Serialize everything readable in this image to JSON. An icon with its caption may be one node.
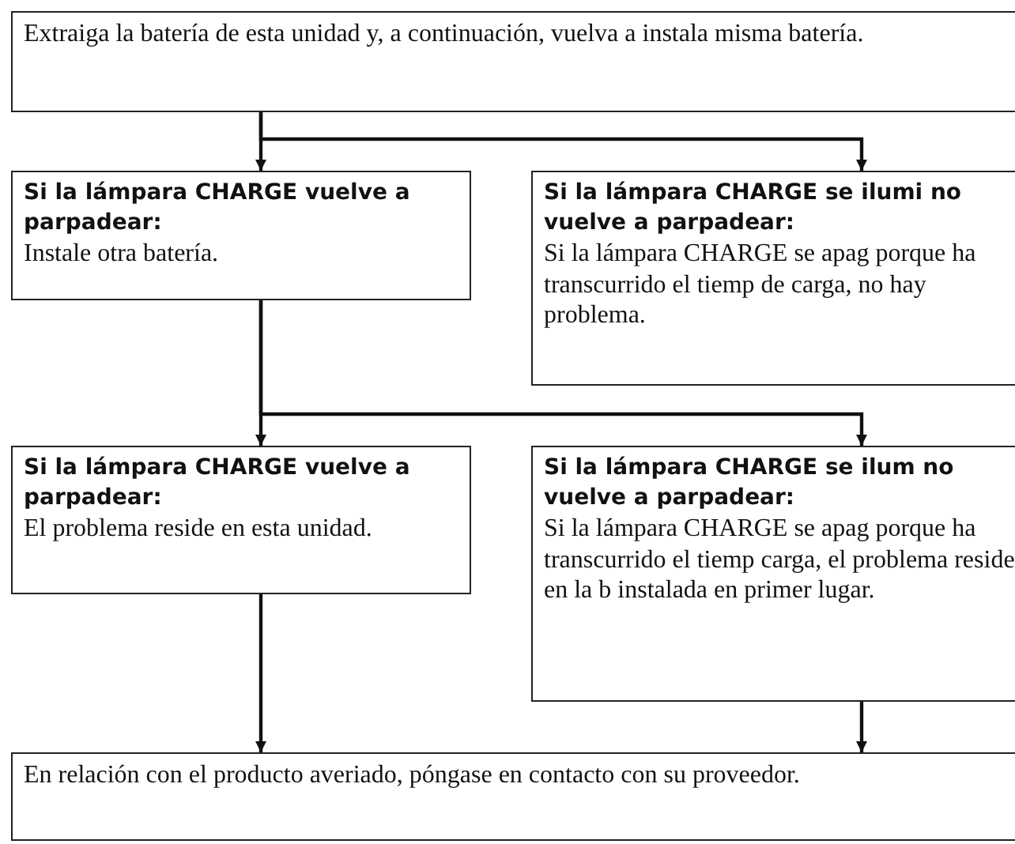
{
  "diagram": {
    "nodes": [
      {
        "text": [
          "Extraiga la batería de esta unidad y, a continuación, vuelva a instala misma batería."
        ]
      },
      {
        "text": [
          "Si la lámpara CHARGE vuelve a parpadear:",
          "Instale otra batería."
        ]
      },
      {
        "text": [
          "Si la lámpara CHARGE se ilumi no vuelve a parpadear:",
          "Si la lámpara CHARGE se apag porque ha transcurrido el tiemp de carga, no hay problema."
        ]
      },
      {
        "text": [
          "Si la lámpara CHARGE vuelve a parpadear:",
          "El problema reside en esta unidad."
        ]
      },
      {
        "text": [
          "Si la lámpara CHARGE se ilum no vuelve a parpadear:",
          "Si la lámpara CHARGE se apag porque ha transcurrido el tiemp carga, el problema reside en la b instalada en primer lugar."
        ]
      },
      {
        "text": [
          "En relación con el producto averiado, póngase en contacto con su proveedor."
        ]
      }
    ],
    "edges": [
      {
        "from": 0,
        "to": 1,
        "arrow": "to"
      },
      {
        "from": 0,
        "to": 2,
        "arrow": "to"
      },
      {
        "from": 1,
        "to": 3,
        "arrow": "to"
      },
      {
        "from": 1,
        "to": 4,
        "arrow": "to"
      },
      {
        "from": 3,
        "to": 5,
        "arrow": "to"
      },
      {
        "from": 4,
        "to": 5,
        "arrow": "to"
      }
    ]
  }
}
